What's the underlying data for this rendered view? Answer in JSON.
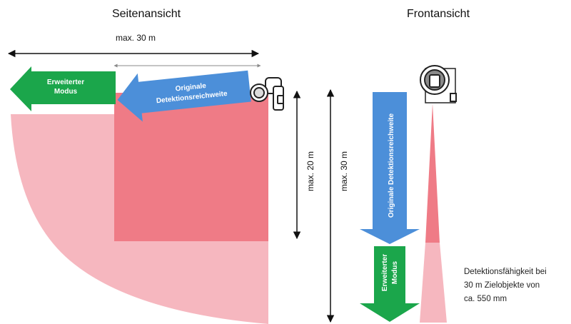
{
  "diagram": {
    "side_view_title": "Seitenansicht",
    "front_view_title": "Frontansicht",
    "side_view": {
      "horizontal_label": "max. 30 m",
      "vertical_label_20": "max. 20 m",
      "vertical_label_30": "max. 30 m",
      "extended_mode_label_line1": "Erweiterter",
      "extended_mode_label_line2": "Modus",
      "original_range_label_line1": "Originale",
      "original_range_label_line2": "Detektionsreichweite"
    },
    "front_view": {
      "original_range_label": "Originale Detektionsreichweite",
      "extended_mode_label_line1": "Erweiterter",
      "extended_mode_label_line2": "Modus",
      "note_line1": "Detektionsfähigkeit bei",
      "note_line2": "30 m Zielobjekte von",
      "note_line3": "ca. 550 mm"
    },
    "colors": {
      "original_zone": "#ef7b86",
      "extended_zone": "#f6b7bf",
      "blue_arrow": "#4c8fd9",
      "green_arrow": "#1ba64b",
      "line": "#111111"
    },
    "icons": {
      "side_camera": "camera-icon",
      "front_camera": "camera-icon"
    }
  }
}
